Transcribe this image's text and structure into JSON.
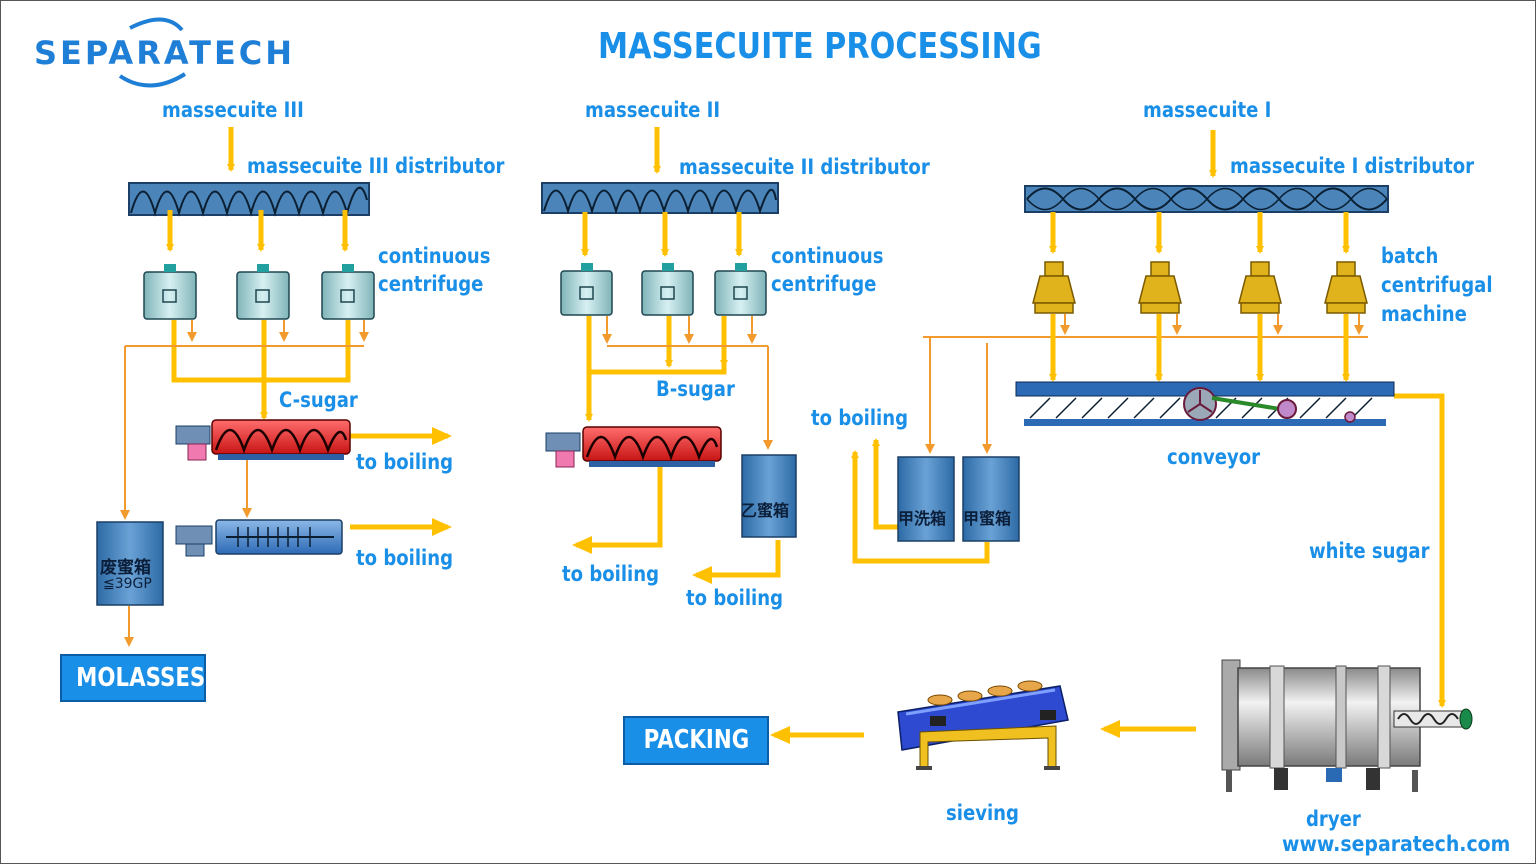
{
  "title": "MASSECUITE PROCESSING",
  "logo": "SEPARATECH",
  "website": "www.separatech.com",
  "colors": {
    "label": "#1a8fe8",
    "sugar_flow": "#ffc000",
    "liquor_flow": "#f5a63a",
    "box_fill": "#1a8fe8"
  },
  "labels": {
    "massecuite_iii": "massecuite III",
    "distributor_iii": "massecuite III distributor",
    "massecuite_ii": "massecuite II",
    "distributor_ii": "massecuite II distributor",
    "massecuite_i": "massecuite I",
    "distributor_i": "massecuite I distributor",
    "continuous_1a": "continuous",
    "continuous_1b": "centrifuge",
    "continuous_2a": "continuous",
    "continuous_2b": "centrifuge",
    "batch_a": "batch",
    "batch_b": "centrifugal",
    "batch_c": "machine",
    "c_sugar": "C-sugar",
    "b_sugar": "B-sugar",
    "to_boiling_1": "to boiling",
    "to_boiling_2": "to boiling",
    "to_boiling_3": "to boiling",
    "to_boiling_4": "to boiling",
    "to_boiling_5": "to boiling",
    "conveyor": "conveyor",
    "white_sugar": "white sugar",
    "sieving": "sieving",
    "dryer": "dryer"
  },
  "tanks": {
    "waste_molasses_1": "废蜜箱",
    "waste_molasses_2": "≦39GP",
    "b_molasses": "乙蜜箱",
    "a_wash": "甲洗箱",
    "a_molasses": "甲蜜箱"
  },
  "boxes": {
    "molasses": "MOLASSES",
    "packing": "PACKING"
  }
}
